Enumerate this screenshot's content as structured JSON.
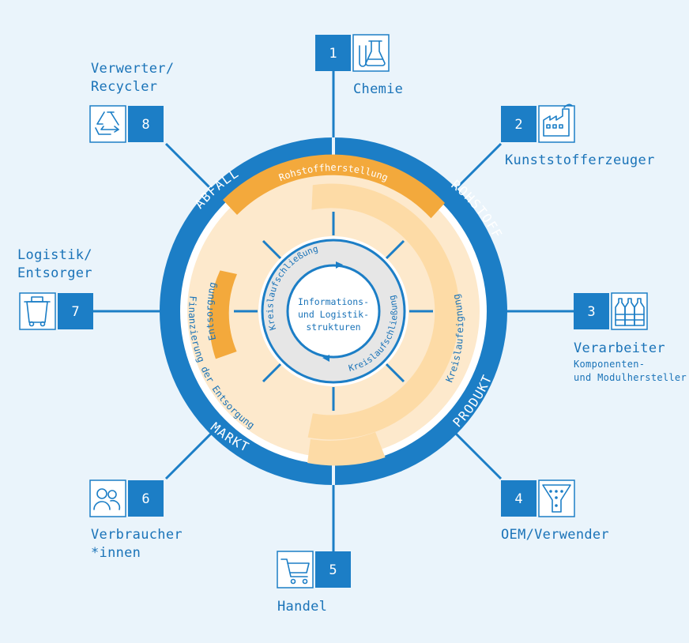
{
  "center": {
    "lines": [
      "Informations-",
      "und Logistik-",
      "strukturen"
    ]
  },
  "circulation_labels": [
    "Kreislaufschließung",
    "Kreislaufschließung"
  ],
  "outer_ring": [
    "ABFALL",
    "ROHSTOFF",
    "PRODUKT",
    "MARKT"
  ],
  "middle_ring": {
    "rohstoff": "Rohstoffherstellung",
    "kreislauf": "Kreislaufeignung",
    "finanz": "Finanzierung der Entsorgung",
    "entsorgung": "Entsorgung"
  },
  "stakeholders": [
    {
      "number": "1",
      "label": [
        "Chemie"
      ],
      "icon": "flask-icon"
    },
    {
      "number": "2",
      "label": [
        "Kunststofferzeuger"
      ],
      "icon": "factory-icon"
    },
    {
      "number": "3",
      "label": [
        "Verarbeiter"
      ],
      "sublabel": [
        "Komponenten-",
        "und Modulhersteller"
      ],
      "icon": "bottles-icon"
    },
    {
      "number": "4",
      "label": [
        "OEM/Verwender"
      ],
      "icon": "funnel-icon"
    },
    {
      "number": "5",
      "label": [
        "Handel"
      ],
      "icon": "cart-icon"
    },
    {
      "number": "6",
      "label": [
        "Verbraucher",
        "*innen"
      ],
      "icon": "people-icon"
    },
    {
      "number": "7",
      "label": [
        "Logistik/",
        "Entsorger"
      ],
      "icon": "bin-icon"
    },
    {
      "number": "8",
      "label": [
        "Verwerter/",
        "Recycler"
      ],
      "icon": "recycle-icon"
    }
  ],
  "colors": {
    "blue": "#1c7ec6",
    "label_blue": "#1a73b8",
    "dark_orange": "#f3a93c",
    "light_orange": "#fddba6",
    "lightest_orange": "#fde9cc",
    "inner_grey": "#e6e6e6",
    "background": "#eaf4fb"
  }
}
